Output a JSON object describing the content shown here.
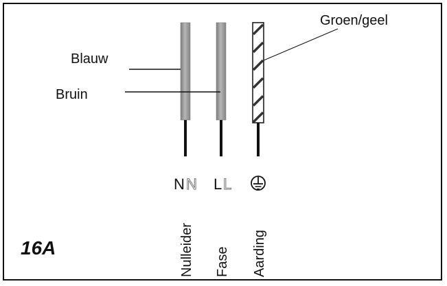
{
  "colors": {
    "neutral_wire": "#9a9a9a",
    "live_wire": "#9a9a9a",
    "earth_wire": "#ffffff",
    "earth_stripe": "#333333",
    "line": "#111111",
    "frame": "#111111"
  },
  "callouts": {
    "blue": "Blauw",
    "brown": "Bruin",
    "green_yellow": "Groen/geel"
  },
  "terminals": {
    "neutral": "N",
    "live": "L",
    "earth_icon": "earth-ground-icon"
  },
  "functions": {
    "neutral": "Nulleider",
    "live": "Fase",
    "earth": "Aarding"
  },
  "rating": "16A"
}
